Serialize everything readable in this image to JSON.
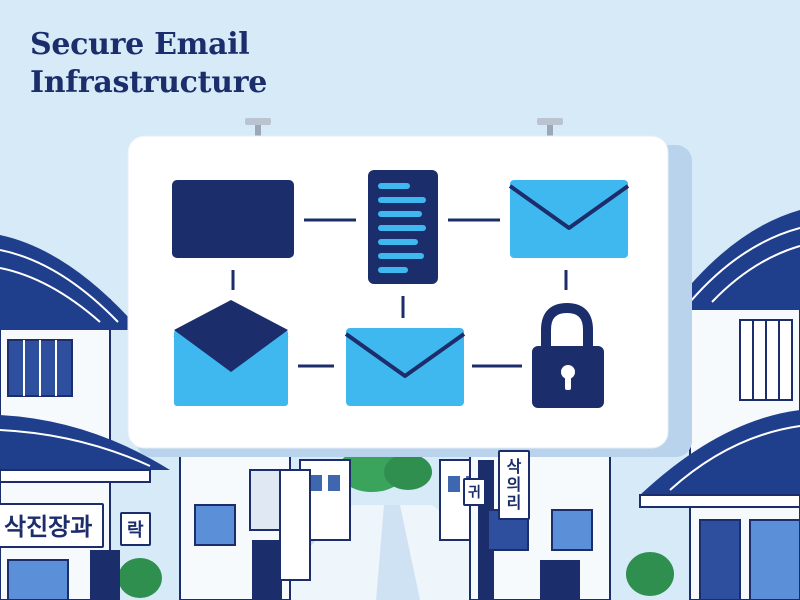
{
  "header": {
    "title_line1": "Secure Email",
    "title_line2": "Infrastructure"
  },
  "signs": {
    "left_large": "삭진장과",
    "left_small": "락",
    "mid_small": "귀",
    "vertical": "삭의리"
  },
  "icons": [
    "mailbox-icon",
    "server-icon",
    "envelope-icon",
    "open-envelope-icon",
    "envelope-icon",
    "padlock-icon"
  ],
  "colors": {
    "sky": "#d6eaf8",
    "navy": "#1b2d6b",
    "accent_blue": "#3fb8f0",
    "panel": "#ffffff"
  }
}
